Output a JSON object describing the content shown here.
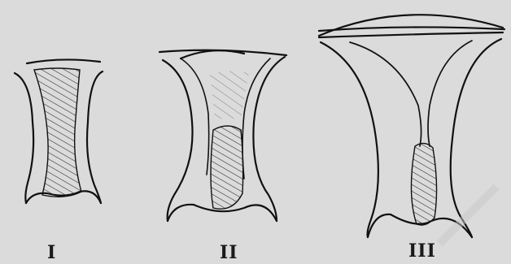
{
  "figure": {
    "background": "#dbdbdb",
    "ink": "#111111",
    "panels": [
      {
        "id": "panel-1",
        "label": "I"
      },
      {
        "id": "panel-2",
        "label": "II"
      },
      {
        "id": "panel-3",
        "label": "III"
      }
    ]
  }
}
